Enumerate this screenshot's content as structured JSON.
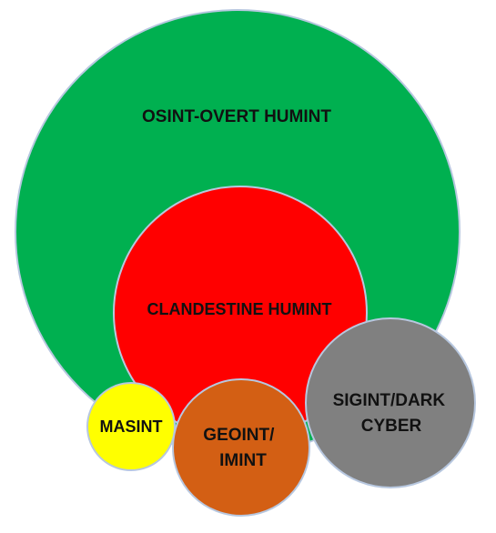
{
  "diagram": {
    "circles": [
      {
        "id": "osint",
        "lines": [
          "OSINT-OVERT HUMINT"
        ],
        "color": "#00B050"
      },
      {
        "id": "clandestine",
        "lines": [
          "CLANDESTINE HUMINT"
        ],
        "color": "#FF0000"
      },
      {
        "id": "sigint",
        "lines": [
          "SIGINT/DARK",
          "CYBER"
        ],
        "color": "#808080"
      },
      {
        "id": "geoint",
        "lines": [
          "GEOINT/",
          "IMINT"
        ],
        "color": "#D35F14"
      },
      {
        "id": "masint",
        "lines": [
          "MASINT"
        ],
        "color": "#FFFF00"
      }
    ],
    "outline_color": "#B7C7DF"
  }
}
